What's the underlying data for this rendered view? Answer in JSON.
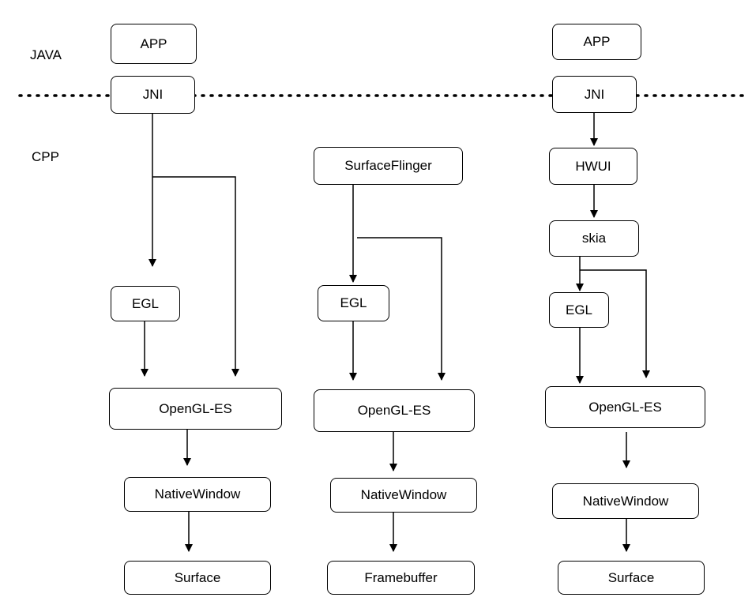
{
  "layers": {
    "java": "JAVA",
    "cpp": "CPP"
  },
  "col1": {
    "app": "APP",
    "jni": "JNI",
    "egl": "EGL",
    "gles": "OpenGL-ES",
    "native_window": "NativeWindow",
    "surface": "Surface"
  },
  "col2": {
    "surfaceflinger": "SurfaceFlinger",
    "egl": "EGL",
    "gles": "OpenGL-ES",
    "native_window": "NativeWindow",
    "framebuffer": "Framebuffer"
  },
  "col3": {
    "app": "APP",
    "jni": "JNI",
    "hwui": "HWUI",
    "skia": "skia",
    "egl": "EGL",
    "gles": "OpenGL-ES",
    "native_window": "NativeWindow",
    "surface": "Surface"
  }
}
